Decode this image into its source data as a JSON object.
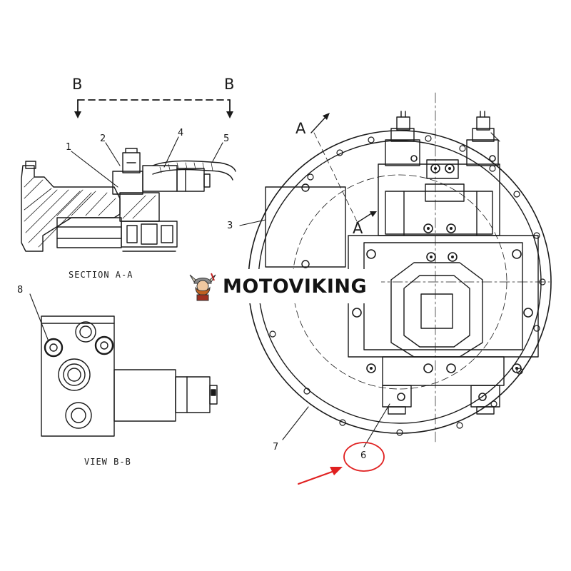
{
  "section_marks": {
    "left": "B",
    "right": "B",
    "view_a_top": "A",
    "view_a_bottom": "A"
  },
  "callouts": [
    "1",
    "2",
    "3",
    "4",
    "5",
    "6",
    "7",
    "8"
  ],
  "captions": {
    "section": "SECTION A-A",
    "view": "VIEW B-B"
  },
  "watermark": {
    "brand": "MOTOVIKING",
    "logo_icon": "viking-mascot-icon"
  },
  "colors": {
    "line": "#1a1a1a",
    "highlight": "#e02020",
    "background": "#ffffff"
  }
}
